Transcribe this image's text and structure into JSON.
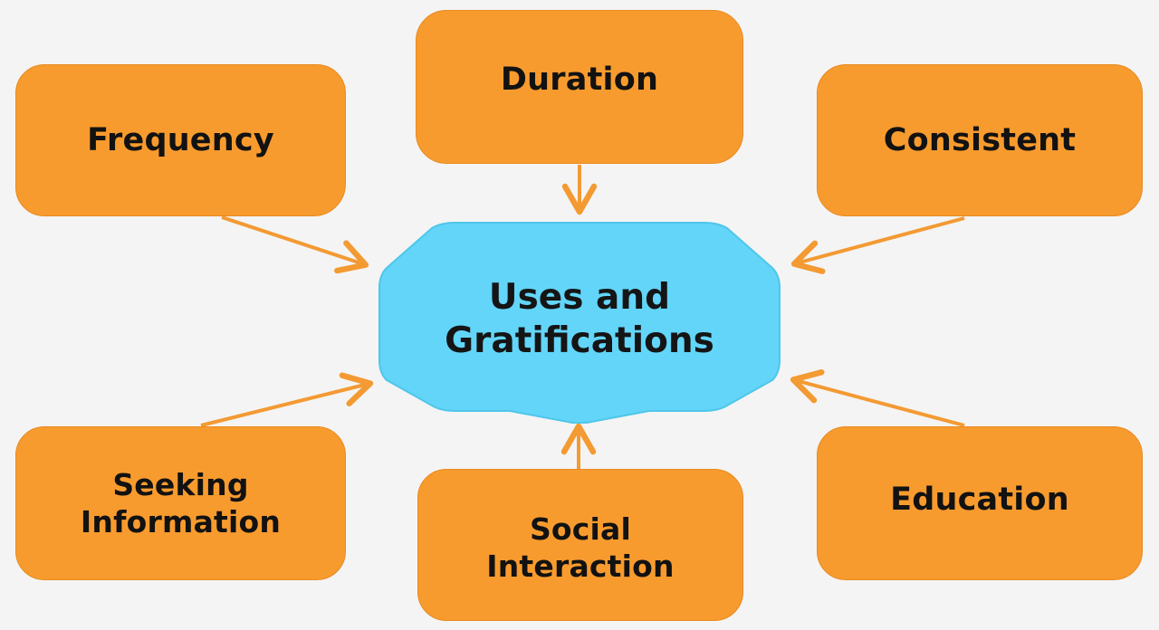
{
  "diagram": {
    "center": {
      "label": "Uses and\nGratifications"
    },
    "nodes": [
      {
        "id": "frequency",
        "label": "Frequency"
      },
      {
        "id": "duration",
        "label": "Duration"
      },
      {
        "id": "consistent",
        "label": "Consistent"
      },
      {
        "id": "seeking-information",
        "label": "Seeking\nInformation"
      },
      {
        "id": "social-interaction",
        "label": "Social\nInteraction"
      },
      {
        "id": "education",
        "label": "Education"
      }
    ],
    "edges": [
      {
        "from": "frequency",
        "to": "center"
      },
      {
        "from": "duration",
        "to": "center"
      },
      {
        "from": "consistent",
        "to": "center"
      },
      {
        "from": "seeking-information",
        "to": "center"
      },
      {
        "from": "social-interaction",
        "to": "center"
      },
      {
        "from": "education",
        "to": "center"
      }
    ],
    "colors": {
      "node_fill": "#f89b2e",
      "arrow": "#f39a33",
      "center_fill": "#62d5f8",
      "center_stroke": "#4fc6ea",
      "text": "#121212",
      "background": "#f4f4f4"
    }
  }
}
